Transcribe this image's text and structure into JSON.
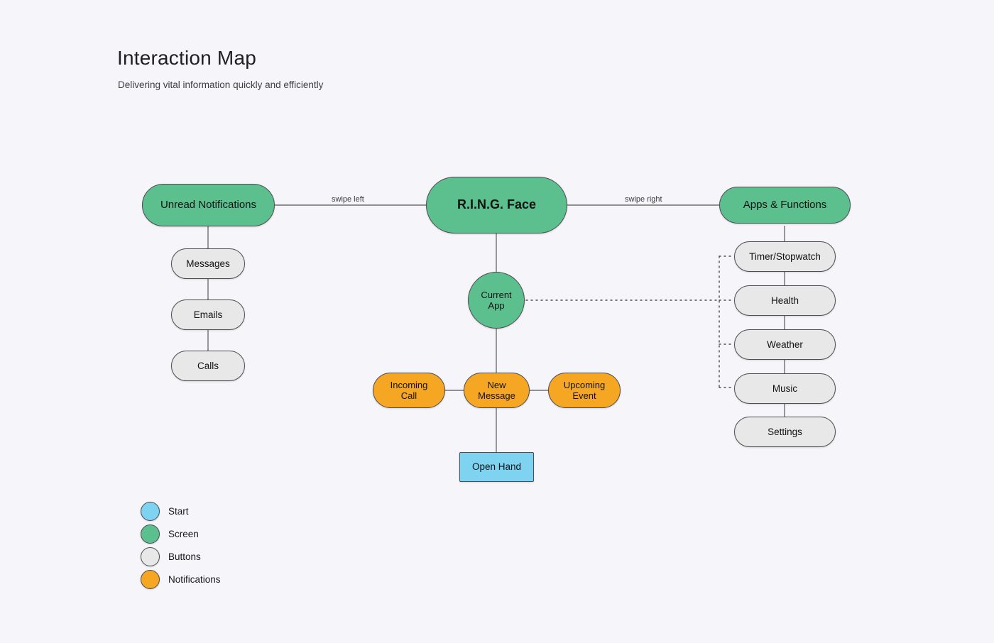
{
  "header": {
    "title": "Interaction Map",
    "subtitle": "Delivering vital information quickly and efficiently"
  },
  "colors": {
    "background": "#f6f5fa",
    "screen": "#5cc08e",
    "buttons": "#e8e8e8",
    "notifications": "#f5a623",
    "start": "#7dd3f0",
    "stroke": "#4d4d52",
    "edge": "#6e6e75"
  },
  "nodes": {
    "unread_notifications": {
      "label": "Unread Notifications",
      "type": "screen",
      "shape": "pill"
    },
    "ring_face": {
      "label": "R.I.N.G. Face",
      "type": "screen",
      "shape": "pill"
    },
    "apps_functions": {
      "label": "Apps & Functions",
      "type": "screen",
      "shape": "pill"
    },
    "current_app": {
      "label": "Current\nApp",
      "type": "screen",
      "shape": "circle"
    },
    "messages": {
      "label": "Messages",
      "type": "buttons",
      "shape": "pill"
    },
    "emails": {
      "label": "Emails",
      "type": "buttons",
      "shape": "pill"
    },
    "calls": {
      "label": "Calls",
      "type": "buttons",
      "shape": "pill"
    },
    "timer_stopwatch": {
      "label": "Timer/Stopwatch",
      "type": "buttons",
      "shape": "pill"
    },
    "health": {
      "label": "Health",
      "type": "buttons",
      "shape": "pill"
    },
    "weather": {
      "label": "Weather",
      "type": "buttons",
      "shape": "pill"
    },
    "music": {
      "label": "Music",
      "type": "buttons",
      "shape": "pill"
    },
    "settings": {
      "label": "Settings",
      "type": "buttons",
      "shape": "pill"
    },
    "incoming_call": {
      "label": "Incoming\nCall",
      "type": "notifications",
      "shape": "pill"
    },
    "new_message": {
      "label": "New\nMessage",
      "type": "notifications",
      "shape": "pill"
    },
    "upcoming_event": {
      "label": "Upcoming\nEvent",
      "type": "notifications",
      "shape": "pill"
    },
    "open_hand": {
      "label": "Open Hand",
      "type": "start",
      "shape": "rect"
    }
  },
  "edge_labels": {
    "swipe_left": "swipe left",
    "swipe_right": "swipe right"
  },
  "legend": {
    "items": [
      {
        "label": "Start",
        "color": "#7dd3f0"
      },
      {
        "label": "Screen",
        "color": "#5cc08e"
      },
      {
        "label": "Buttons",
        "color": "#e8e8e8"
      },
      {
        "label": "Notifications",
        "color": "#f5a623"
      }
    ]
  }
}
